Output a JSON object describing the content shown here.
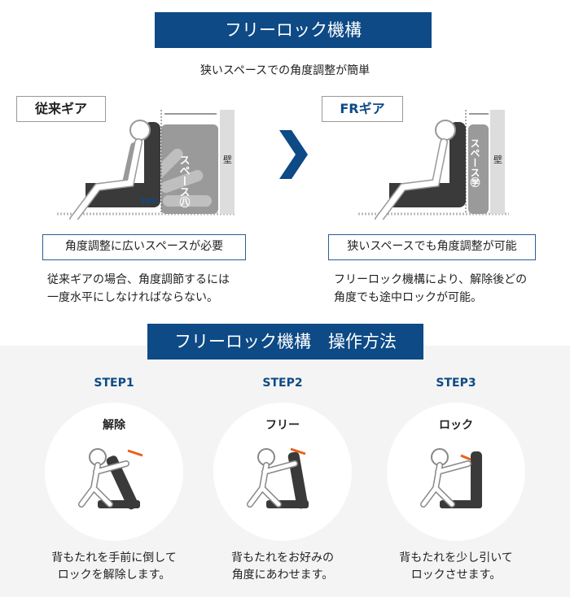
{
  "title": "フリーロック機構",
  "subtitle": "狭いスペースでの角度調整が簡単",
  "left": {
    "label": "従来ギア",
    "space_label": "スペース㊇",
    "angle": "180°",
    "wall": "壁",
    "caption": "角度調整に広いスペースが必要",
    "text": [
      "従来ギアの場合、角度調節するには",
      "一度水平にしなければならない。"
    ]
  },
  "right": {
    "label": "FRギア",
    "space_label": "スペース㊫",
    "wall": "壁",
    "caption": "狭いスペースでも角度調整が可能",
    "text": [
      "フリーロック機構により、解除後どの",
      "角度でも途中ロックが可能。"
    ]
  },
  "section2": {
    "title": "フリーロック機構　操作方法"
  },
  "steps": [
    {
      "step": "STEP1",
      "title": "解除",
      "text": [
        "背もたれを手前に倒して",
        "ロックを解除します。"
      ]
    },
    {
      "step": "STEP2",
      "title": "フリー",
      "text": [
        "背もたれをお好みの",
        "角度にあわせます。"
      ]
    },
    {
      "step": "STEP3",
      "title": "ロック",
      "text": [
        "背もたれを少し引いて",
        "ロックさせます。"
      ]
    }
  ],
  "colors": {
    "brand": "#0d4a86",
    "arrow": "#e8601c",
    "background": "#f4f4f4"
  }
}
